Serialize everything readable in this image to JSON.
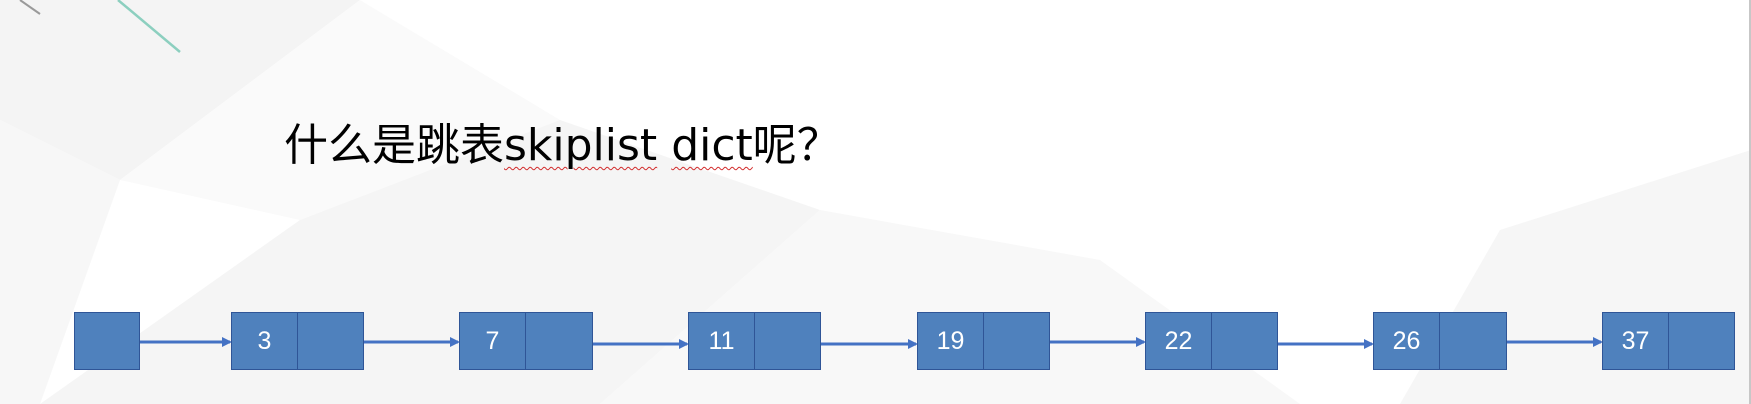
{
  "slide": {
    "title_cn_prefix": "什么是跳表",
    "title_word_skiplist": "skiplist",
    "title_space": " ",
    "title_word_dict": "dict",
    "title_cn_suffix": "呢？"
  },
  "diagram": {
    "nodes": [
      {
        "key": ""
      },
      {
        "key": "3"
      },
      {
        "key": "7"
      },
      {
        "key": "11"
      },
      {
        "key": "19"
      },
      {
        "key": "22"
      },
      {
        "key": "26"
      },
      {
        "key": "37"
      }
    ],
    "colors": {
      "node_fill": "#4f81bd",
      "node_border": "#2f5597",
      "arrow": "#4472c4"
    }
  }
}
